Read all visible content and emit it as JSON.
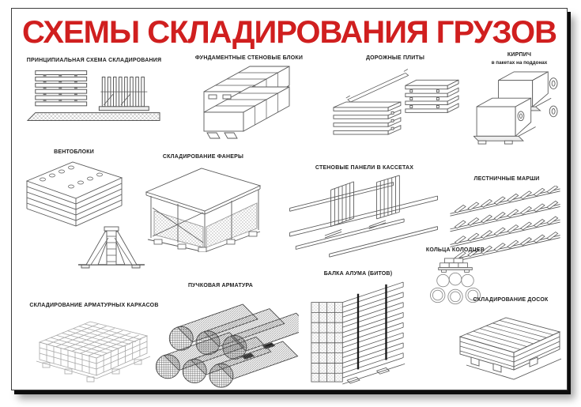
{
  "poster": {
    "title": "СХЕМЫ СКЛАДИРОВАНИЯ ГРУЗОВ",
    "title_color": "#d01f1f",
    "line_art_color": "#5a5a5a",
    "figures": [
      {
        "id": "principal-scheme",
        "label": "ПРИНЦИПИАЛЬНАЯ СХЕМА СКЛАДИРОВАНИЯ"
      },
      {
        "id": "foundation-blocks",
        "label": "ФУНДАМЕНТНЫЕ СТЕНОВЫЕ БЛОКИ"
      },
      {
        "id": "road-plates",
        "label": "ДОРОЖНЫЕ ПЛИТЫ"
      },
      {
        "id": "bricks",
        "label": "КИРПИЧ",
        "sublabel": "в пакетах на поддонах"
      },
      {
        "id": "vent-blocks",
        "label": "ВЕНТОБЛОКИ"
      },
      {
        "id": "plywood-storage",
        "label": "СКЛАДИРОВАНИЕ ФАНЕРЫ"
      },
      {
        "id": "wall-panels",
        "label": "СТЕНОВЫЕ ПАНЕЛИ В КАССЕТАХ"
      },
      {
        "id": "stair-flights",
        "label": "ЛЕСТНИЧНЫЕ МАРШИ"
      },
      {
        "id": "well-rings",
        "label": "КОЛЬЦА КОЛОДЦЕВ"
      },
      {
        "id": "beam-stack",
        "label": "БАЛКА АЛУМА (БИТОВ)"
      },
      {
        "id": "bundled-rebar",
        "label": "ПУЧКОВАЯ АРМАТУРА"
      },
      {
        "id": "rebar-cages",
        "label": "СКЛАДИРОВАНИЕ АРМАТУРНЫХ КАРКАСОВ"
      },
      {
        "id": "boards-storage",
        "label": "СКЛАДИРОВАНИЕ ДОСОК"
      }
    ]
  }
}
